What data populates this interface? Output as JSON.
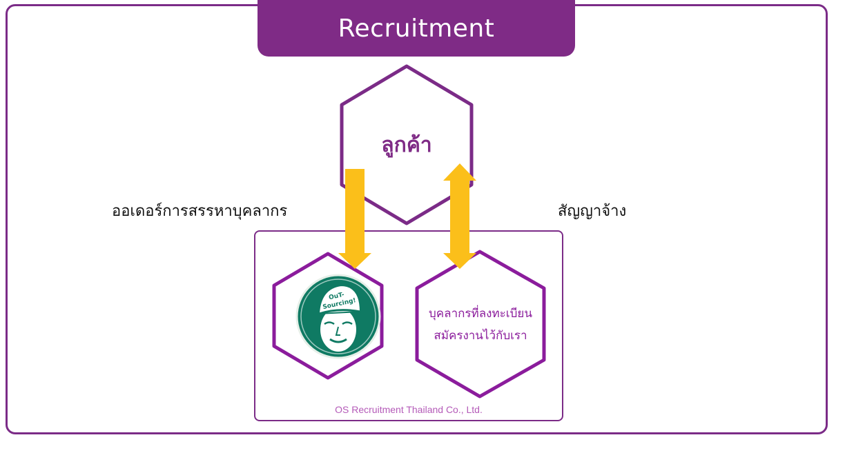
{
  "title": "Recruitment",
  "customer_label": "ลูกค้า",
  "order_label": "ออเดอร์การสรรหาบุคลากร",
  "contract_label": "สัญญาจ้าง",
  "registered_line1": "บุคลากรที่ลงทะเบียน",
  "registered_line2": "สมัครงานไว้กับเรา",
  "logo_text_line1": "OuT-",
  "logo_text_line2": "Sourcing!",
  "company_name": "OS Recruitment Thailand Co., Ltd.",
  "colors": {
    "purple": "#7f2b86",
    "arrow": "#fbbf1a",
    "logo_green": "#0f7a63"
  }
}
